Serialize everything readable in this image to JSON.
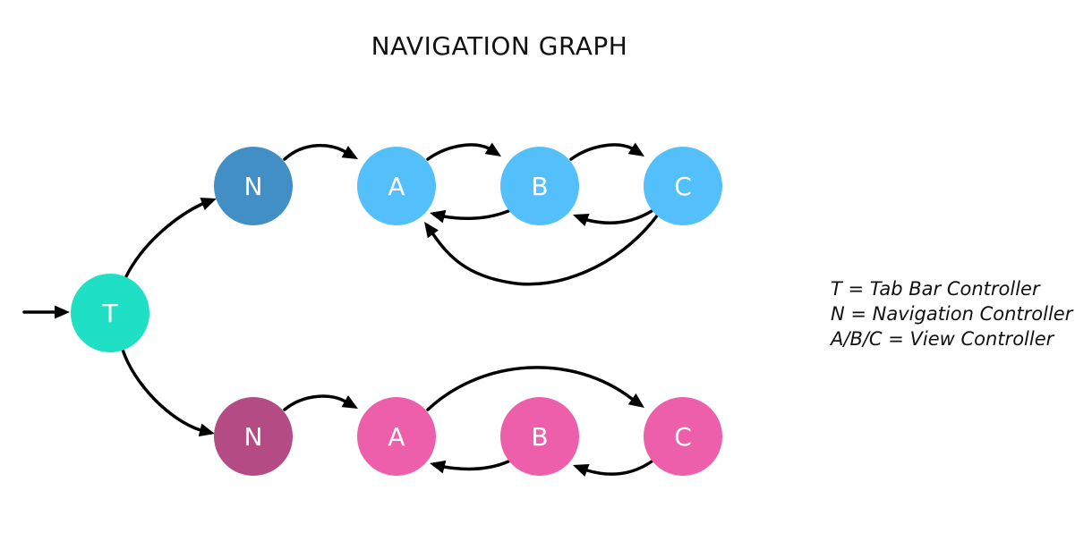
{
  "title": "NAVIGATION GRAPH",
  "legend": [
    "T = Tab Bar Controller",
    "N = Navigation Controller",
    "A/B/C = View Controller"
  ],
  "colors": {
    "tab": "#1fe0c4",
    "nav_top": "#418fc4",
    "vc_top": "#54c0fb",
    "nav_bottom": "#b44b85",
    "vc_bottom": "#ee5fab",
    "edge": "#000000"
  },
  "nodes": [
    {
      "id": "T",
      "label": "T",
      "color_key": "tab"
    },
    {
      "id": "N1",
      "label": "N",
      "color_key": "nav_top"
    },
    {
      "id": "A1",
      "label": "A",
      "color_key": "vc_top"
    },
    {
      "id": "B1",
      "label": "B",
      "color_key": "vc_top"
    },
    {
      "id": "C1",
      "label": "C",
      "color_key": "vc_top"
    },
    {
      "id": "N2",
      "label": "N",
      "color_key": "nav_bottom"
    },
    {
      "id": "A2",
      "label": "A",
      "color_key": "vc_bottom"
    },
    {
      "id": "B2",
      "label": "B",
      "color_key": "vc_bottom"
    },
    {
      "id": "C2",
      "label": "C",
      "color_key": "vc_bottom"
    }
  ],
  "edges": [
    {
      "from": "entry",
      "to": "T"
    },
    {
      "from": "T",
      "to": "N1"
    },
    {
      "from": "T",
      "to": "N2"
    },
    {
      "from": "N1",
      "to": "A1"
    },
    {
      "from": "A1",
      "to": "B1"
    },
    {
      "from": "B1",
      "to": "A1"
    },
    {
      "from": "B1",
      "to": "C1"
    },
    {
      "from": "C1",
      "to": "B1"
    },
    {
      "from": "C1",
      "to": "A1"
    },
    {
      "from": "N2",
      "to": "A2"
    },
    {
      "from": "A2",
      "to": "C2"
    },
    {
      "from": "B2",
      "to": "A2"
    },
    {
      "from": "C2",
      "to": "B2"
    }
  ]
}
